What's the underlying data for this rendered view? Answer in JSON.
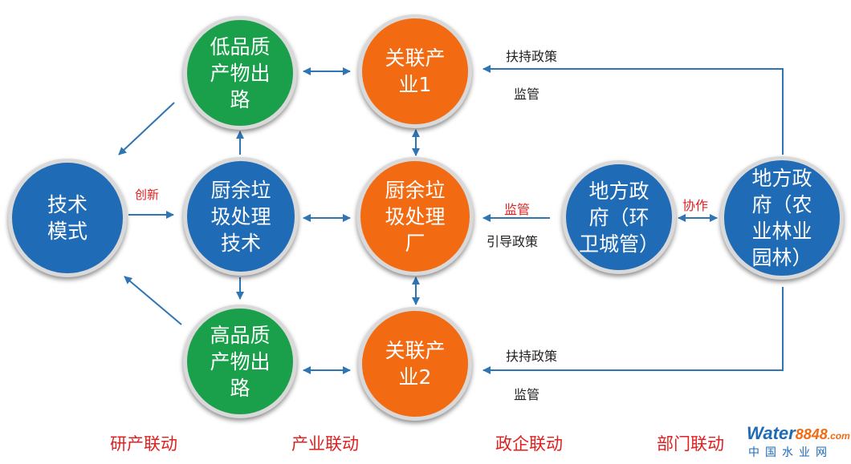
{
  "nodes": {
    "low_quality_outlet": {
      "lines": [
        "低品质",
        "产物出",
        "路"
      ]
    },
    "related_industry_1": {
      "lines": [
        "关联产",
        "业1"
      ]
    },
    "tech_mode": {
      "lines": [
        "技术",
        "模式"
      ]
    },
    "kitchen_waste_tech": {
      "lines": [
        "厨余垃",
        "圾处理",
        "技术"
      ]
    },
    "kitchen_waste_plant": {
      "lines": [
        "厨余垃",
        "圾处理",
        "厂"
      ]
    },
    "local_gov_sanitation": {
      "lines": [
        "地方政",
        "府（环",
        "卫城管）"
      ]
    },
    "local_gov_agri": {
      "lines": [
        "地方政",
        "府（农",
        "业林业",
        "园林）"
      ]
    },
    "high_quality_outlet": {
      "lines": [
        "高品质",
        "产物出",
        "路"
      ]
    },
    "related_industry_2": {
      "lines": [
        "关联产",
        "业2"
      ]
    }
  },
  "edge_labels": {
    "innovation": "创新",
    "support_policy_top": "扶持政策",
    "supervision_top": "监管",
    "supervision_mid": "监管",
    "guidance_policy": "引导政策",
    "cooperation": "协作",
    "support_policy_bottom": "扶持政策",
    "supervision_bottom": "监管"
  },
  "section_labels": {
    "rd_industry": "研产联动",
    "industry": "产业联动",
    "gov_enterprise": "政企联动",
    "department": "部门联动"
  },
  "logo": {
    "word": "Water",
    "number": "8848",
    "suffix": ".com",
    "chinese": "中国水业网"
  },
  "colors": {
    "blue": "#1f6bb5",
    "green": "#1aa04a",
    "orange": "#f26a12",
    "arrow": "#2e75b6",
    "label_red": "#e02020"
  }
}
